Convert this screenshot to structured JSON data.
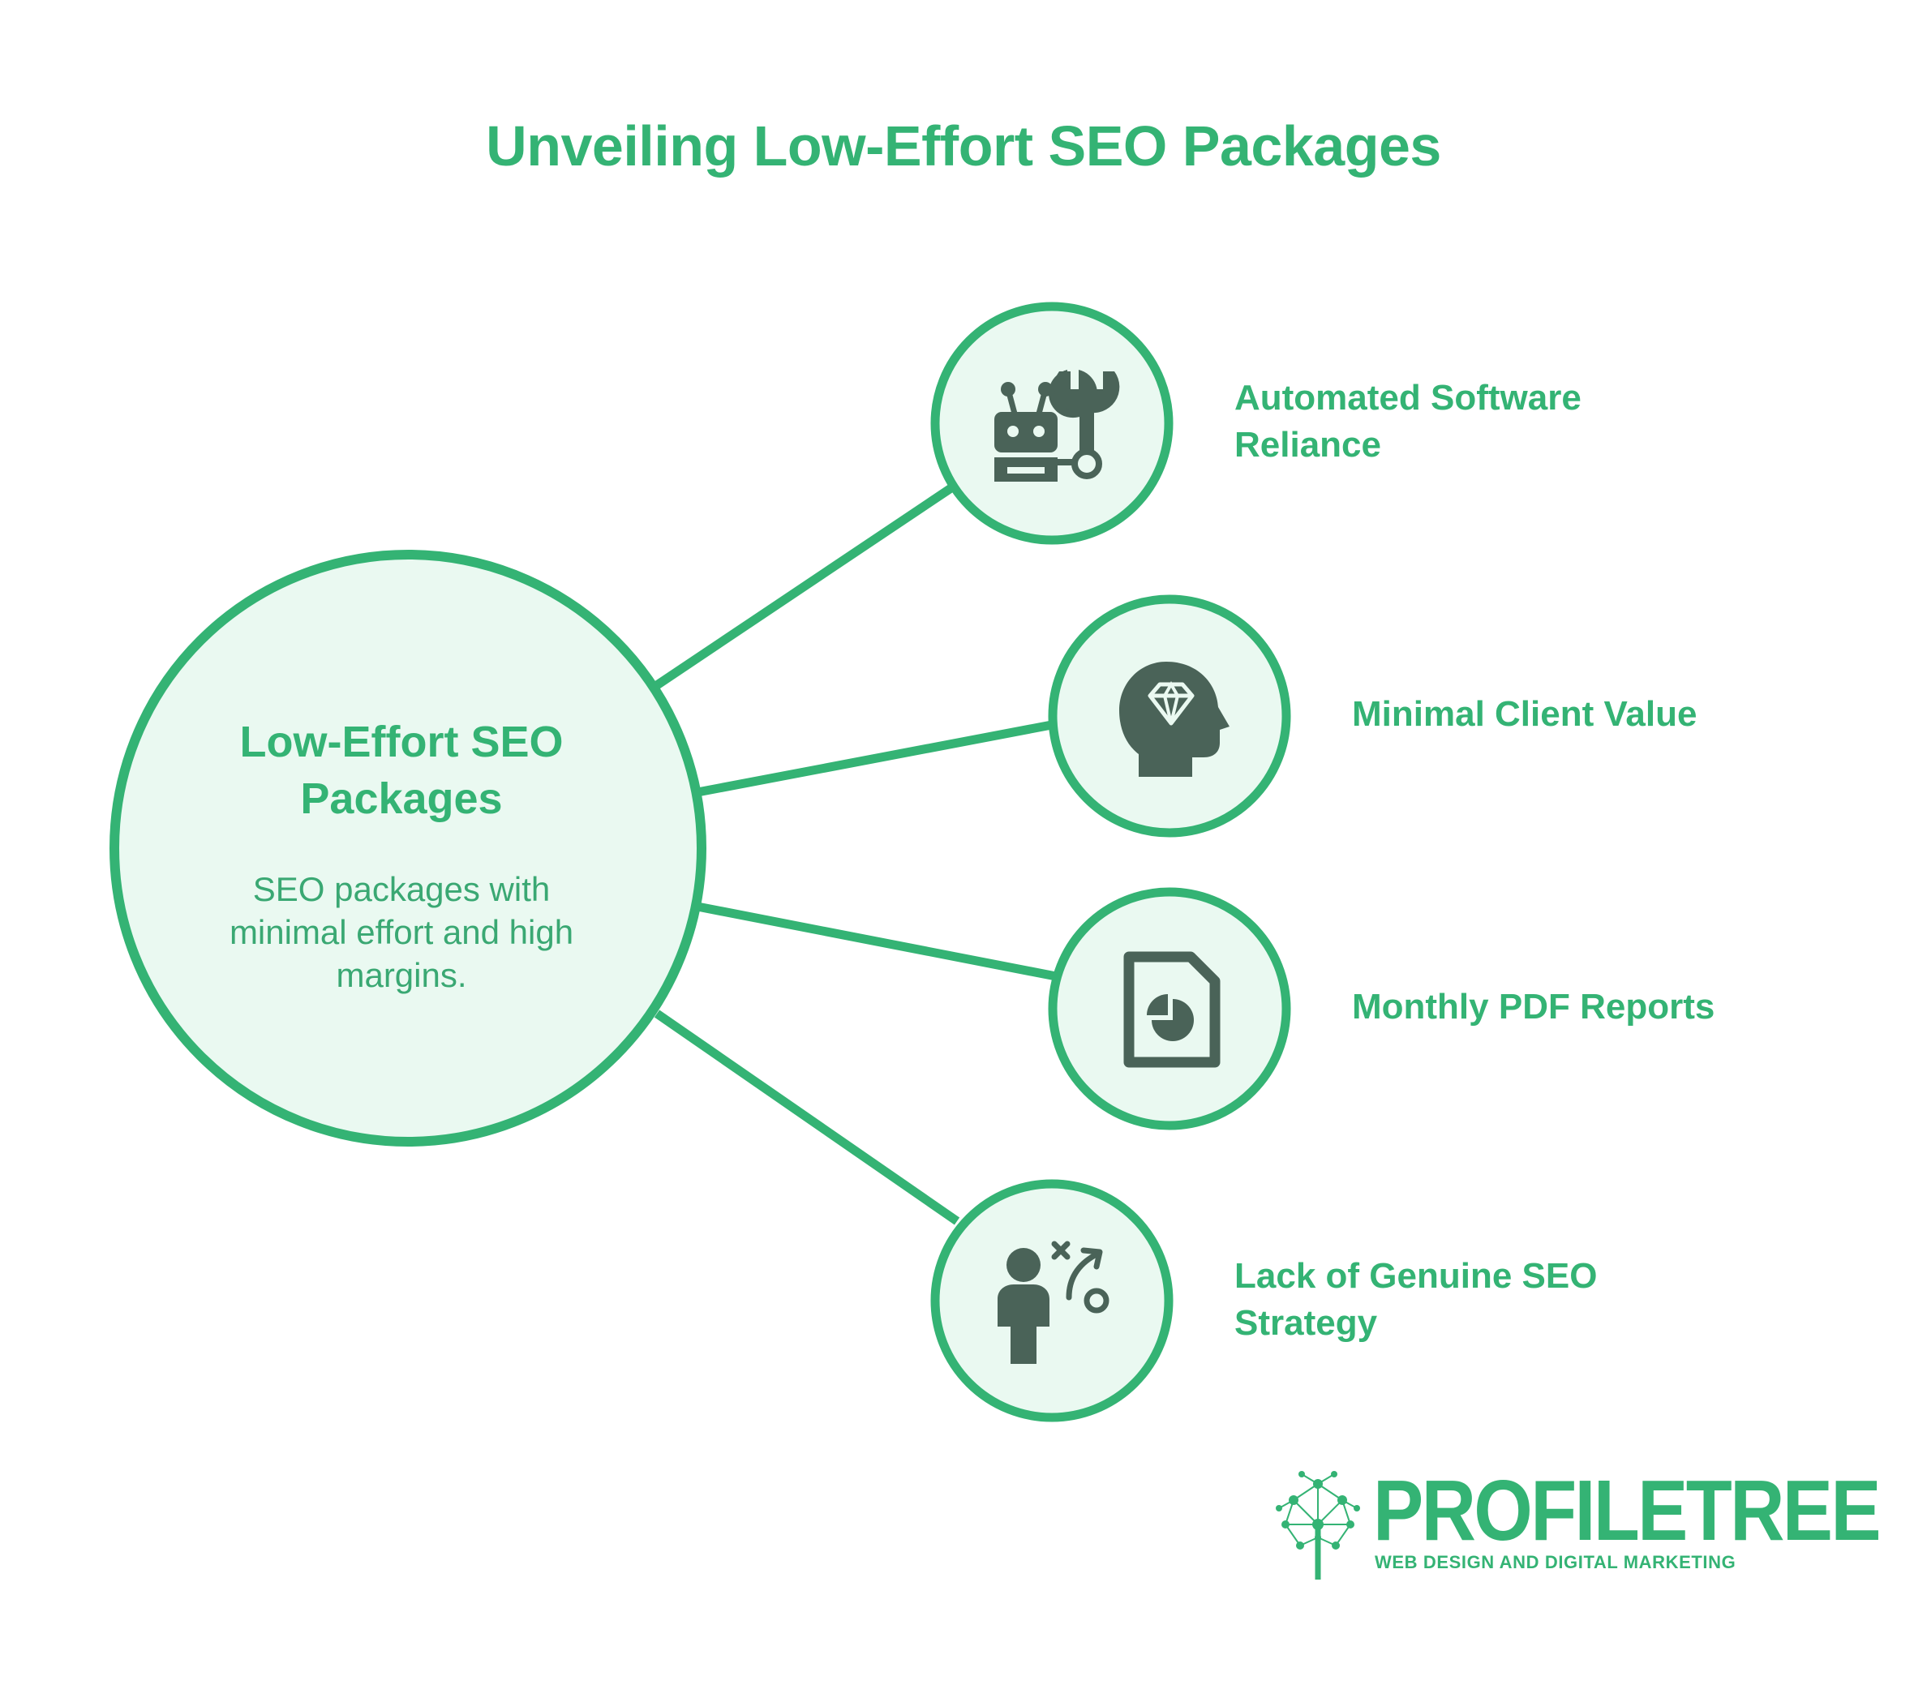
{
  "title": "Unveiling Low-Effort SEO Packages",
  "center": {
    "title": "Low-Effort SEO Packages",
    "description": "SEO packages with minimal effort and high margins."
  },
  "nodes": [
    {
      "label": "Automated Software Reliance",
      "icon": "robot-wrench-icon"
    },
    {
      "label": "Minimal Client Value",
      "icon": "head-diamond-icon"
    },
    {
      "label": "Monthly PDF Reports",
      "icon": "pie-chart-document-icon"
    },
    {
      "label": "Lack of Genuine SEO Strategy",
      "icon": "person-strategy-icon"
    }
  ],
  "logo": {
    "name": "PROFILETREE",
    "tagline": "WEB DESIGN AND DIGITAL MARKETING"
  },
  "colors": {
    "accent": "#34b374",
    "circle_fill": "#eaf9f1",
    "icon": "#4a6358",
    "background": "#ffffff"
  }
}
